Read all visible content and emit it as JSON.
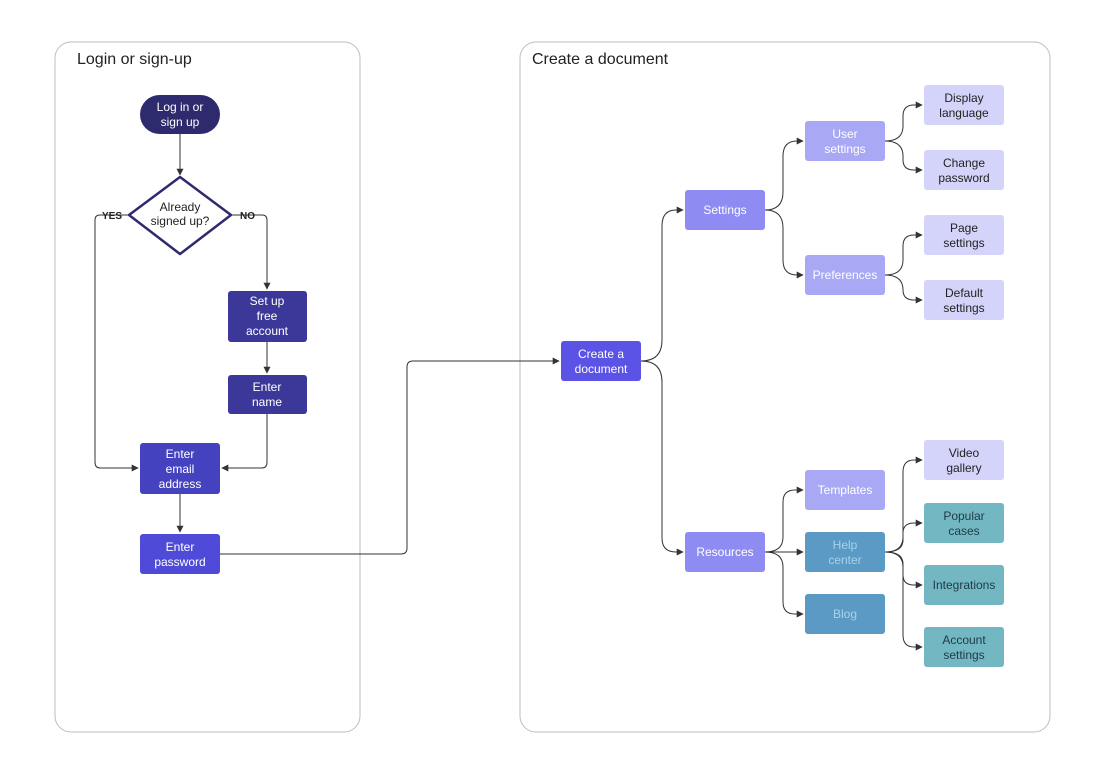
{
  "colors": {
    "dark_navy": "#2e2a6e",
    "indigo": "#3c3899",
    "blue_violet": "#4f4bd8",
    "violet": "#5b52e6",
    "periwinkle": "#8e8cf2",
    "lavender": "#a9a8f5",
    "pale_lavender": "#d4d4fb",
    "steel_blue": "#5b9ac4",
    "teal": "#73b7c3",
    "panel_border": "#bdbdbd",
    "line": "#333333"
  },
  "panels": {
    "login": {
      "title": "Login or sign-up"
    },
    "create": {
      "title": "Create a document"
    }
  },
  "edge_labels": {
    "yes": "YES",
    "no": "NO"
  },
  "nodes": {
    "login_start": {
      "line1": "Log in or",
      "line2": "sign up"
    },
    "already_signed_up": {
      "line1": "Already",
      "line2": "signed up?"
    },
    "setup_account": {
      "line1": "Set up",
      "line2": "free",
      "line3": "account"
    },
    "enter_name": {
      "line1": "Enter",
      "line2": "name"
    },
    "enter_email": {
      "line1": "Enter",
      "line2": "email",
      "line3": "address"
    },
    "enter_password": {
      "line1": "Enter",
      "line2": "password"
    },
    "create_document": {
      "line1": "Create a",
      "line2": "document"
    },
    "settings": {
      "line1": "Settings"
    },
    "user_settings": {
      "line1": "User",
      "line2": "settings"
    },
    "preferences": {
      "line1": "Preferences"
    },
    "display_language": {
      "line1": "Display",
      "line2": "language"
    },
    "change_password": {
      "line1": "Change",
      "line2": "password"
    },
    "page_settings": {
      "line1": "Page",
      "line2": "settings"
    },
    "default_settings": {
      "line1": "Default",
      "line2": "settings"
    },
    "resources": {
      "line1": "Resources"
    },
    "templates": {
      "line1": "Templates"
    },
    "help_center": {
      "line1": "Help",
      "line2": "center"
    },
    "blog": {
      "line1": "Blog"
    },
    "video_gallery": {
      "line1": "Video",
      "line2": "gallery"
    },
    "popular_cases": {
      "line1": "Popular",
      "line2": "cases"
    },
    "integrations": {
      "line1": "Integrations"
    },
    "account_settings": {
      "line1": "Account",
      "line2": "settings"
    }
  }
}
